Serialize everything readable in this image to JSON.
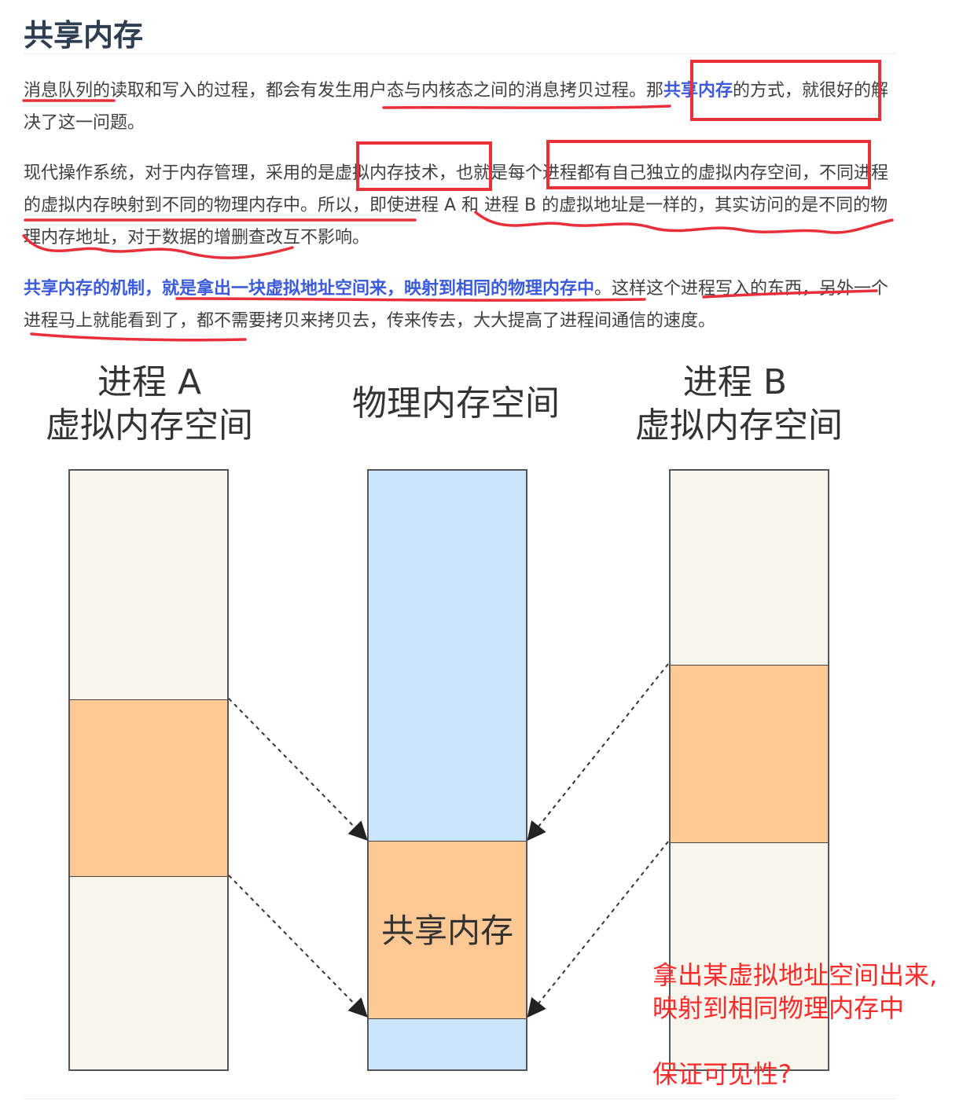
{
  "article": {
    "title": "共享内存",
    "p1": {
      "a": "消息队列的读取和写入的过程，都会有发生用户态与内核态之间的消息拷贝过程。那",
      "b": "共享内存",
      "c": "的方式，就很好的解决了这一问题。"
    },
    "p2": "现代操作系统，对于内存管理，采用的是虚拟内存技术，也就是每个进程都有自己独立的虚拟内存空间，不同进程的虚拟内存映射到不同的物理内存中。所以，即使进程 A 和 进程 B 的虚拟地址是一样的，其实访问的是不同的物理内存地址，对于数据的增删查改互不影响。",
    "p3": {
      "a": "共享内存的机制，就是拿出一块虚拟地址空间来，映射到相同的物理内存中",
      "b": "。这样这个进程写入的东西，另外一个进程马上就能看到了，都不需要拷贝来拷贝去，传来传去，大大提高了进程间通信的速度。"
    }
  },
  "diagram": {
    "proc_a_label": "进程 A",
    "proc_a_sub": "虚拟内存空间",
    "phys_label": "物理内存空间",
    "proc_b_label": "进程 B",
    "proc_b_sub": "虚拟内存空间",
    "shared_label": "共享内存",
    "colors": {
      "virtual": "#f8f5ec",
      "shared": "#fec895",
      "physical": "#cce5fe",
      "annotation": "#e8303a"
    }
  },
  "annotation_note": {
    "line1": "拿出某虚拟地址空间出来,",
    "line2": "映射到相同物理内存中",
    "line3": "保证可见性?"
  }
}
